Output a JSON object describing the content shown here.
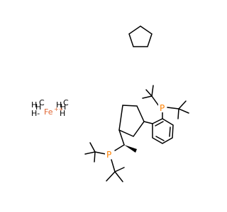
{
  "atoms": {
    "p_aryl": "P",
    "p_alkyl": "P",
    "fe": "Fe",
    "fe_charge": "++",
    "ch3_left_h": "H",
    "ch3_left_c": "C",
    "ch3_left_h3": "H",
    "ch3_left_sub": "H",
    "ch3_right_c": "C",
    "ch3_right_h": "H",
    "ch3_right_sub": "H",
    "ch3_left_dash": "H-"
  },
  "colors": {
    "phosphorus": "#FF8000",
    "iron": "#E06633",
    "bond": "#000000",
    "background": "#ffffff"
  }
}
